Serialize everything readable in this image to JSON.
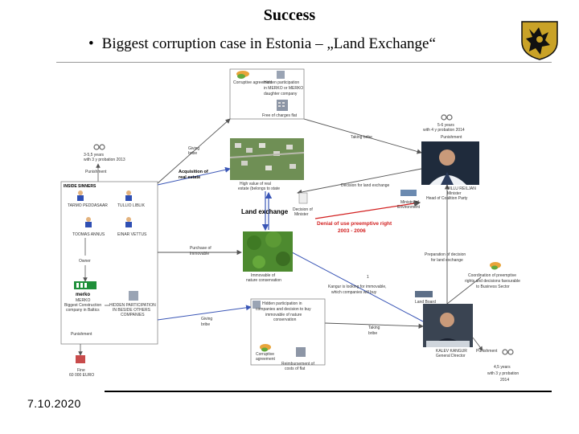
{
  "slide": {
    "title": "Success",
    "bullet": "Biggest corruption case in Estonia – „Land Exchange“",
    "date": "7.10.2020"
  },
  "diagram": {
    "top_box": {
      "corruptive_agreement": "Corruptive agreement",
      "hidden_participation": [
        "Hidden participation",
        "in MERKO or MERKO",
        "daughter company"
      ],
      "free_flat": "Free of charges flat"
    },
    "left_box": {
      "title": "INSIDE SINNERS",
      "persons": [
        "TARMO PEDDASAAR",
        "TULLIO LIBLIK",
        "TOOMAS ANNUS",
        "EINAR VETTUS"
      ],
      "owner": "Owner",
      "merko_logo": "merko",
      "merko_label": [
        "MERKO",
        "Biggest Construction",
        "company in Baltics"
      ],
      "hidden_other": [
        "HIDDEN PARTICIPATION",
        "IN BESIDE OTHERS",
        "COMPANIES"
      ],
      "punishment": "Punishment",
      "fine": [
        "Fine",
        "60 000 EURO"
      ]
    },
    "left_top": {
      "sentence": [
        "3-5,5 years",
        "with 3 y probation 2013"
      ],
      "punishment": "Punishment"
    },
    "edges": {
      "giving_bribe_1": [
        "Giving",
        "bribe"
      ],
      "acquisition": [
        "Acquisition of",
        "real estate"
      ],
      "taking_bribe_1": "Taking bribe",
      "purchase": [
        "Purchase of",
        "immovable"
      ],
      "giving_bribe_2": [
        "Giving",
        "bribe"
      ],
      "taking_bribe_2": [
        "Taking",
        "bribe"
      ],
      "decision_land": "Decision for land exchange",
      "preparation": [
        "Preparation of decision",
        "for land exchange"
      ],
      "kangur_looking": [
        "Kangur is looking for immovable,",
        "which companies will buy"
      ],
      "number": "1"
    },
    "center": {
      "high_value": [
        "High value of real",
        "estate (belongs to state"
      ],
      "land_exchange": "Land exchange",
      "decision_minister": [
        "Decision of",
        "Minister"
      ],
      "denial": [
        "Denial of use preemptive right",
        "2003 - 2006"
      ],
      "ministry": [
        "Ministry of",
        "Environment"
      ],
      "immovable": [
        "Immovable of",
        "nature conservation"
      ],
      "hidden_center": [
        "Hidden participation in",
        "companies and decision to buy",
        "immovable of nature",
        "conservation"
      ],
      "corruptive_agreement_2": [
        "Corruptive",
        "agreement"
      ],
      "reimbursement": [
        "Reimbursement of",
        "costs of flat"
      ],
      "land_board": "Land Board"
    },
    "right": {
      "sentence_top": [
        "5-6 years",
        "with 4 y probation 2014"
      ],
      "punishment_top": "Punishment",
      "minister": [
        "VILLU REILJAN",
        "Minister",
        "Head of Coalition Party"
      ],
      "coordination": [
        "Coordination of preemptive",
        "rights and decisions favourable",
        "to Business Sector"
      ],
      "kangur": [
        "KALEV KANGUR",
        "General Director"
      ],
      "punishment_bottom": "Punishment",
      "sentence_bottom": [
        "4,5 years",
        "with 3 y probation",
        "2014"
      ]
    }
  },
  "colors": {
    "arrow_blue": "#3a56b6",
    "arrow_gray": "#555555",
    "denial_red": "#d21f1f",
    "crest_gold": "#c9a227"
  }
}
